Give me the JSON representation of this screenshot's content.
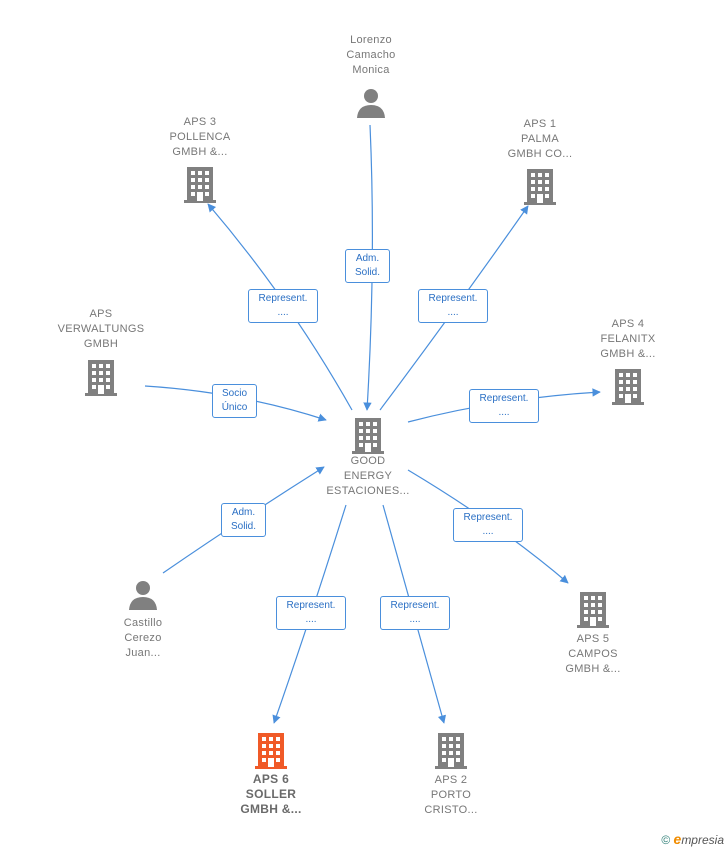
{
  "center": {
    "lines": [
      "GOOD",
      "ENERGY",
      "ESTACIONES..."
    ]
  },
  "nodes": {
    "lorenzo": {
      "lines": [
        "Lorenzo",
        "Camacho",
        "Monica"
      ]
    },
    "aps3": {
      "lines": [
        "APS 3",
        "POLLENCA",
        "GMBH &..."
      ]
    },
    "aps1": {
      "lines": [
        "APS 1",
        "PALMA",
        "GMBH CO..."
      ]
    },
    "apsverw": {
      "lines": [
        "APS",
        "VERWALTUNGS",
        "GMBH"
      ]
    },
    "aps4": {
      "lines": [
        "APS 4",
        "FELANITX",
        "GMBH &..."
      ]
    },
    "castillo": {
      "lines": [
        "Castillo",
        "Cerezo",
        "Juan..."
      ]
    },
    "aps5": {
      "lines": [
        "APS 5",
        "CAMPOS",
        "GMBH &..."
      ]
    },
    "aps6": {
      "lines": [
        "APS 6",
        "SOLLER",
        "GMBH &..."
      ]
    },
    "aps2": {
      "lines": [
        "APS 2",
        "PORTO",
        "CRISTO..."
      ]
    }
  },
  "relations": {
    "lorenzo": [
      "Adm.",
      "Solid."
    ],
    "aps3": [
      "Represent.",
      "...."
    ],
    "aps1": [
      "Represent.",
      "...."
    ],
    "apsverw": [
      "Socio",
      "Único"
    ],
    "aps4": [
      "Represent.",
      "...."
    ],
    "castillo": [
      "Adm.",
      "Solid."
    ],
    "aps5": [
      "Represent.",
      "...."
    ],
    "aps6": [
      "Represent.",
      "...."
    ],
    "aps2": [
      "Represent.",
      "...."
    ]
  },
  "colors": {
    "edge": "#4a8fdc",
    "icon": "#808080",
    "highlight": "#f05a28"
  },
  "footer": {
    "copyright": "©",
    "brand_first": "e",
    "brand_rest": "mpresia"
  }
}
